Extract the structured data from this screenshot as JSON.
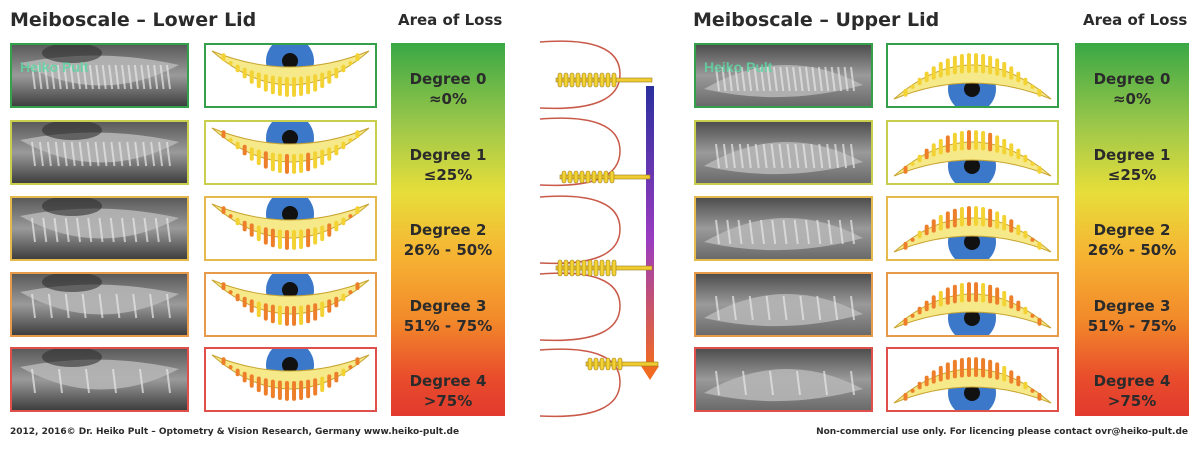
{
  "lower": {
    "title": "Meiboscale – Lower Lid",
    "loss_title": "Area of Loss",
    "watermark": "Heiko Pult"
  },
  "upper": {
    "title": "Meiboscale – Upper Lid",
    "loss_title": "Area of Loss",
    "watermark": "Heiko Pult"
  },
  "degrees": [
    {
      "label": "Degree 0",
      "range": "≈0%",
      "loss_fraction": 0.0,
      "border_color": "#35a04a"
    },
    {
      "label": "Degree 1",
      "range": "≤25%",
      "loss_fraction": 0.25,
      "border_color": "#c9cf4c"
    },
    {
      "label": "Degree 2",
      "range": "26% - 50%",
      "loss_fraction": 0.5,
      "border_color": "#e6b94c"
    },
    {
      "label": "Degree 3",
      "range": "51% - 75%",
      "loss_fraction": 0.75,
      "border_color": "#e89a4b"
    },
    {
      "label": "Degree 4",
      "range": ">75%",
      "loss_fraction": 0.9,
      "border_color": "#e0504a"
    }
  ],
  "footer": {
    "left": "2012, 2016© Dr. Heiko Pult – Optometry & Vision Research, Germany   www.heiko-pult.de",
    "right": "Non-commercial use only. For licencing please contact ovr@heiko-pult.de"
  },
  "colors": {
    "eye_blue": "#3b78c9",
    "pupil": "#111111",
    "gland_yellow": "#f3d233",
    "loss_orange": "#ee7f2a",
    "lid_fill": "#f6e98a",
    "arrow_top": "#2a2f9e",
    "arrow_bottom": "#f06a22"
  }
}
